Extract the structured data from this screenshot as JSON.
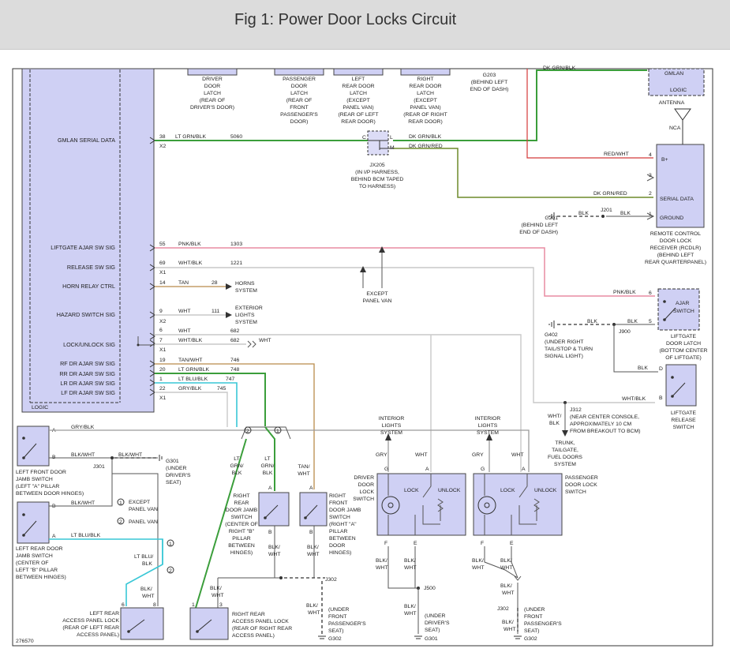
{
  "title": "Fig 1: Power Door Locks Circuit",
  "figure_id": "276570",
  "top_labels": {
    "driver_latch": [
      "DRIVER",
      "DOOR",
      "LATCH",
      "(REAR OF",
      "DRIVER'S DOOR)"
    ],
    "passenger_latch": [
      "PASSENGER",
      "DOOR",
      "LATCH",
      "(REAR OF",
      "FRONT",
      "PASSENGER'S",
      "DOOR)"
    ],
    "left_rear_latch": [
      "LEFT",
      "REAR DOOR",
      "LATCH",
      "(EXCEPT",
      "PANEL VAN)",
      "(REAR OF LEFT",
      "REAR DOOR)"
    ],
    "right_rear_latch": [
      "RIGHT",
      "REAR DOOR",
      "LATCH",
      "(EXCEPT",
      "PANEL VAN)",
      "(REAR OF RIGHT",
      "REAR DOOR)"
    ],
    "g203": [
      "G203",
      "(BEHIND LEFT",
      "END OF DASH)"
    ]
  },
  "module_pins": [
    {
      "label": "GMLAN SERIAL DATA",
      "pin": "38",
      "conn": "X2",
      "wire": "LT GRN/BLK",
      "circuit": "5060"
    },
    {
      "label": "LIFTGATE AJAR SW SIG",
      "pin": "55",
      "conn": "",
      "wire": "PNK/BLK",
      "circuit": "1303"
    },
    {
      "label": "RELEASE SW SIG",
      "pin": "69",
      "conn": "X1",
      "wire": "WHT/BLK",
      "circuit": "1221"
    },
    {
      "label": "HORN RELAY CTRL",
      "pin": "14",
      "conn": "",
      "wire": "TAN",
      "circuit": "28"
    },
    {
      "label": "HAZARD SWITCH SIG",
      "pin": "9",
      "conn": "X2",
      "wire": "WHT",
      "circuit": "111"
    },
    {
      "label": "LOCK/UNLOCK SIG",
      "pin": "6",
      "conn": "",
      "wire": "WHT",
      "circuit": "682"
    },
    {
      "label": "",
      "pin": "7",
      "conn": "X1",
      "wire": "WHT/BLK",
      "circuit": "682"
    },
    {
      "label": "RF DR AJAR SW SIG",
      "pin": "19",
      "conn": "",
      "wire": "TAN/WHT",
      "circuit": "746"
    },
    {
      "label": "RR DR AJAR SW SIG",
      "pin": "20",
      "conn": "",
      "wire": "LT GRN/BLK",
      "circuit": "748"
    },
    {
      "label": "LR DR AJAR SW SIG",
      "pin": "1",
      "conn": "",
      "wire": "LT BLU/BLK",
      "circuit": "747"
    },
    {
      "label": "LF DR AJAR SW SIG",
      "pin": "22",
      "conn": "X1",
      "wire": "GRY/BLK",
      "circuit": "745"
    }
  ],
  "module_footer": "LOGIC",
  "misc": {
    "wht_right": "WHT",
    "horns": [
      "HORNS",
      "SYSTEM"
    ],
    "ext_lights": [
      "EXTERIOR",
      "LIGHTS",
      "SYSTEM"
    ],
    "except_panel_van": [
      "EXCEPT",
      "PANEL VAN"
    ],
    "jx205": [
      "JX205",
      "(IN I/P HARNESS,",
      "BEHIND BCM TAPED",
      "TO HARNESS)"
    ],
    "jx205_pins": [
      "C",
      "L",
      "M"
    ],
    "dk_grn_blk": "DK GRN/BLK",
    "dk_grn_red": "DK GRN/RED",
    "dk_grn_blk_top": "DK GRN/BLK",
    "gmlan": "GMLAN",
    "logic": "LOGIC",
    "antenna": "ANTENNA",
    "nca": "NCA"
  },
  "rcdlr": {
    "pins": [
      {
        "num": "4",
        "label": "B+",
        "wire": "RED/WHT"
      },
      {
        "num": "3",
        "label": "",
        "wire": ""
      },
      {
        "num": "2",
        "label": "SERIAL DATA",
        "wire": "DK GRN/RED"
      },
      {
        "num": "1",
        "label": "GROUND",
        "wire": "BLK"
      }
    ],
    "caption": [
      "REMOTE CONTROL",
      "DOOR LOCK",
      "RECEIVER (RCDLR)",
      "(BEHIND LEFT",
      "REAR QUARTERPANEL)"
    ],
    "g201": [
      "G201",
      "(BEHIND LEFT",
      "END OF DASH)"
    ],
    "j201": "J201",
    "blk": "BLK"
  },
  "liftgate": {
    "ajar_pins": [
      "6",
      "5"
    ],
    "ajar_label": [
      "AJAR",
      "SWITCH"
    ],
    "pnk_blk": "PNK/BLK",
    "blk": "BLK",
    "latch_caption": [
      "LIFTGATE",
      "DOOR LATCH",
      "(BOTTOM CENTER",
      "OF LIFTGATE)"
    ],
    "g402": [
      "G402",
      "(UNDER RIGHT",
      "TAIL/STOP & TURN",
      "SIGNAL LIGHT)"
    ],
    "j900": "J900",
    "release_pins": [
      "D",
      "B"
    ],
    "release_caption": [
      "LIFTGATE",
      "RELEASE",
      "SWITCH"
    ],
    "wht_blk": "WHT/BLK"
  },
  "j312": {
    "label": [
      "J312",
      "(NEAR CENTER CONSOLE,",
      "APPROXIMATELY 10 CM",
      "FROM BREAKOUT TO BCM)"
    ],
    "wire": [
      "WHT/",
      "BLK"
    ],
    "arrow_label": [
      "TRUNK,",
      "TAILGATE,",
      "FUEL DOORS",
      "SYSTEM"
    ]
  },
  "left_switches": {
    "lf_caption": [
      "LEFT FRONT DOOR",
      "JAMB SWITCH",
      "(LEFT \"A\" PILLAR",
      "BETWEEN DOOR HINGES)"
    ],
    "lf_pins": [
      "A",
      "B"
    ],
    "gry_blk": "GRY/BLK",
    "blk_wht": "BLK/WHT",
    "g301": [
      "G301",
      "(UNDER",
      "DRIVER'S",
      "SEAT)"
    ],
    "j301": "J301",
    "lr_caption": [
      "LEFT REAR DOOR",
      "JAMB SWITCH",
      "(CENTER OF",
      "LEFT \"B\" PILLAR",
      "BETWEEN HINGES)"
    ],
    "lr_pins": [
      "B",
      "A"
    ],
    "lt_blu_blk": "LT BLU/BLK",
    "legend1": "EXCEPT",
    "legend1b": "PANEL VAN",
    "legend2": "PANEL VAN",
    "lt_blu_blk2": [
      "LT BLU/",
      "BLK"
    ],
    "blk_wht2": [
      "BLK/",
      "WHT"
    ],
    "lr_access_caption": [
      "LEFT REAR",
      "ACCESS PANEL LOCK",
      "(REAR OF LEFT REAR",
      "ACCESS PANEL)"
    ],
    "lr_access_pins": [
      "6",
      "8"
    ]
  },
  "right_switches": {
    "rr_caption": [
      "RIGHT",
      "REAR",
      "DOOR JAMB",
      "SWITCH",
      "(CENTER OF",
      "RIGHT \"B\"",
      "PILLAR",
      "BETWEEN",
      "HINGES)"
    ],
    "rf_caption": [
      "RIGHT",
      "FRONT",
      "DOOR JAMB",
      "SWITCH",
      "(RIGHT \"A\"",
      "PILLAR",
      "BETWEEN",
      "DOOR",
      "HINGES)"
    ],
    "lt_grn_blk_a": [
      "LT",
      "GRN/",
      "BLK"
    ],
    "lt_grn_blk_b": [
      "LT",
      "GRN/",
      "BLK"
    ],
    "tan_wht": [
      "TAN/",
      "WHT"
    ],
    "blk_wht": [
      "BLK/",
      "WHT"
    ],
    "pin_a": "A",
    "pin_b": "B",
    "j302": "J302",
    "g302": [
      "(UNDER",
      "FRONT",
      "PASSENGER'S",
      "SEAT)"
    ],
    "g302_label": "G302",
    "rr_access_caption": [
      "RIGHT REAR",
      "ACCESS PANEL LOCK",
      "(REAR OF RIGHT REAR",
      "ACCESS PANEL)"
    ],
    "rr_access_pins": [
      "1",
      "3"
    ],
    "circle_nums": [
      "2",
      "1"
    ]
  },
  "lock_switches": {
    "interior": [
      "INTERIOR",
      "LIGHTS",
      "SYSTEM"
    ],
    "gry": "GRY",
    "wht": "WHT",
    "driver_caption": [
      "DRIVER",
      "DOOR",
      "LOCK",
      "SWITCH"
    ],
    "pass_caption": [
      "PASSENGER",
      "DOOR LOCK",
      "SWITCH"
    ],
    "lock": "LOCK",
    "unlock": "UNLOCK",
    "pins_top": [
      "G",
      "A"
    ],
    "pins_bot": [
      "F",
      "E"
    ],
    "blk_wht": [
      "BLK/",
      "WHT"
    ],
    "j500": "J500",
    "g301": [
      "(UNDER",
      "DRIVER'S",
      "SEAT)"
    ],
    "g301_label": "G301",
    "j302": "J302",
    "g302": [
      "(UNDER",
      "FRONT",
      "PASSENGER'S",
      "SEAT)"
    ],
    "g302_label": "G302"
  }
}
